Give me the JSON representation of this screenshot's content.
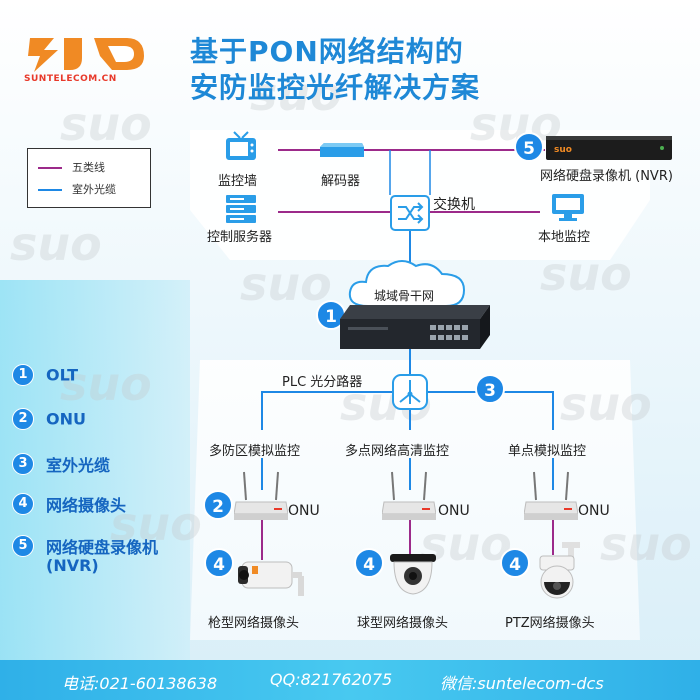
{
  "brand": {
    "logo_text": "SUNTELECOM.CN",
    "colors": {
      "primary_blue": "#1e88d6",
      "brand_orange": "#f08a24",
      "brand_red": "#e8392a",
      "copper": "#9c2a8a",
      "fiber": "#1e88e5"
    }
  },
  "title": {
    "line1": "基于PON网络结构的",
    "line2": "安防监控光纤解决方案"
  },
  "legend": {
    "items": [
      {
        "label": "五类线",
        "color": "#9c2a8a"
      },
      {
        "label": "室外光缆",
        "color": "#1e88e5"
      }
    ]
  },
  "top_network": {
    "monitor_wall": {
      "label": "监控墙",
      "icon": "tv-icon"
    },
    "decoder": {
      "label": "解码器",
      "icon": "decoder-icon"
    },
    "control_server": {
      "label": "控制服务器",
      "icon": "server-icon"
    },
    "switch": {
      "label": "交换机",
      "icon": "switch-icon"
    },
    "local_monitor": {
      "label": "本地监控",
      "icon": "monitor-icon"
    },
    "nvr": {
      "badge": "5",
      "label": "网络硬盘录像机 (NVR)",
      "icon": "nvr-icon",
      "device_logo": "suo"
    }
  },
  "backbone": {
    "label": "城域骨干网",
    "olt_badge": "1"
  },
  "splitter": {
    "label": "PLC 光分路器",
    "badge": "3"
  },
  "branches": [
    {
      "label": "多防区模拟监控",
      "onu_badge": "2",
      "onu_label": "ONU",
      "camera_badge": "4",
      "camera_label": "枪型网络摄像头",
      "camera_icon": "bullet-camera-icon"
    },
    {
      "label": "多点网络高清监控",
      "onu_label": "ONU",
      "camera_badge": "4",
      "camera_label": "球型网络摄像头",
      "camera_icon": "dome-camera-icon"
    },
    {
      "label": "单点模拟监控",
      "onu_label": "ONU",
      "camera_badge": "4",
      "camera_label": "PTZ网络摄像头",
      "camera_icon": "ptz-camera-icon"
    }
  ],
  "key": [
    {
      "num": "1",
      "text": "OLT"
    },
    {
      "num": "2",
      "text": "ONU"
    },
    {
      "num": "3",
      "text": "室外光缆"
    },
    {
      "num": "4",
      "text": "网络摄像头"
    },
    {
      "num": "5",
      "text": "网络硬盘录像机",
      "text2": "(NVR)"
    }
  ],
  "footer": {
    "phone": "电话:021-60138638",
    "qq": "QQ:821762075",
    "wechat": "微信:suntelecom-dcs"
  }
}
